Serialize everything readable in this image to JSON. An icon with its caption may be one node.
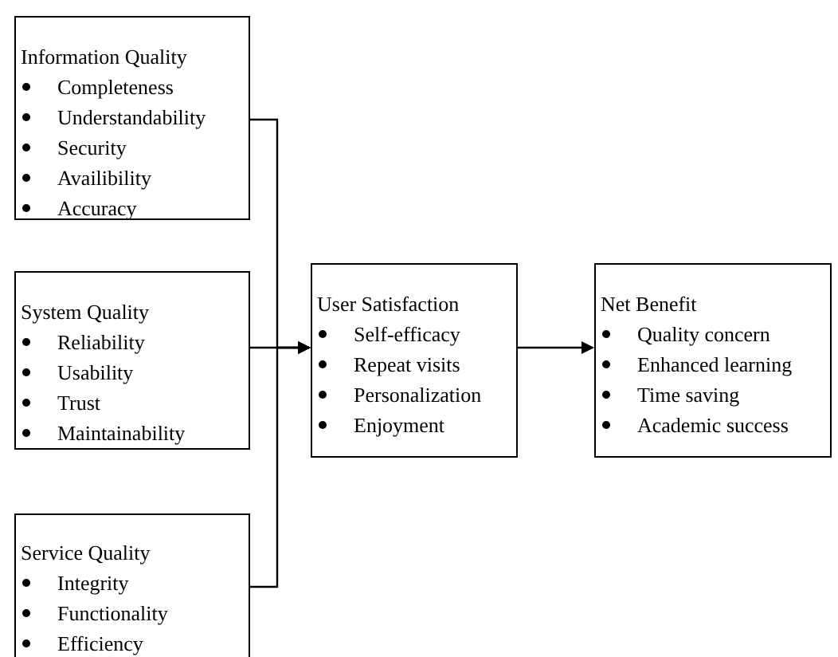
{
  "diagram": {
    "nodes": [
      {
        "text": [
          "Information Quality",
          "Completeness",
          "Understandability",
          "Security",
          "Availibility",
          "Accuracy"
        ]
      },
      {
        "text": [
          "System Quality",
          "Reliability",
          "Usability",
          "Trust",
          "Maintainability"
        ]
      },
      {
        "text": [
          "Service Quality",
          "Integrity",
          "Functionality",
          "Efficiency"
        ]
      },
      {
        "text": [
          "User Satisfaction",
          "Self-efficacy",
          "Repeat visits",
          "Personalization",
          "Enjoyment"
        ]
      },
      {
        "text": [
          "Net Benefit",
          "Quality concern",
          "Enhanced learning",
          "Time saving",
          "Academic success"
        ]
      }
    ],
    "edges": [
      {
        "from": 0,
        "to": 3,
        "arrow": "to"
      },
      {
        "from": 1,
        "to": 3,
        "arrow": "to"
      },
      {
        "from": 2,
        "to": 3,
        "arrow": "to"
      },
      {
        "from": 3,
        "to": 4,
        "arrow": "to"
      }
    ]
  }
}
